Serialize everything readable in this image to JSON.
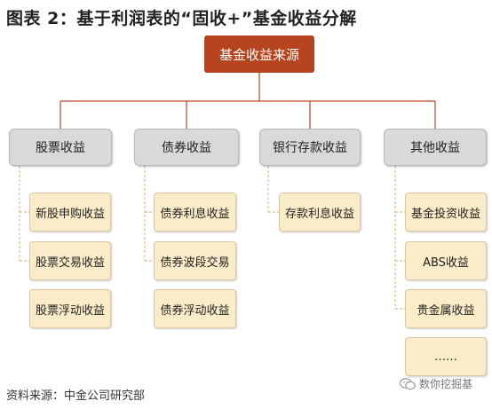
{
  "title": "图表 2：基于利润表的“固收+”基金收益分解",
  "root": "基金收益来源",
  "categories": [
    {
      "label": "股票收益",
      "items": [
        "新股申购收益",
        "股票交易收益",
        "股票浮动收益"
      ]
    },
    {
      "label": "债券收益",
      "items": [
        "债券利息收益",
        "债券波段交易",
        "债券浮动收益"
      ]
    },
    {
      "label": "银行存款收益",
      "items": [
        "存款利息收益"
      ]
    },
    {
      "label": "其他收益",
      "items": [
        "基金投资收益",
        "ABS收益",
        "贵金属收益",
        "……"
      ]
    }
  ],
  "source": "资料来源：中金公司研究部",
  "watermark": "数你挖掘基",
  "colors": {
    "root_fill": "#b6451f",
    "connector": "#b6451f",
    "category_fill": "#d9d9d9",
    "leaf_fill": "#fbecc9"
  }
}
